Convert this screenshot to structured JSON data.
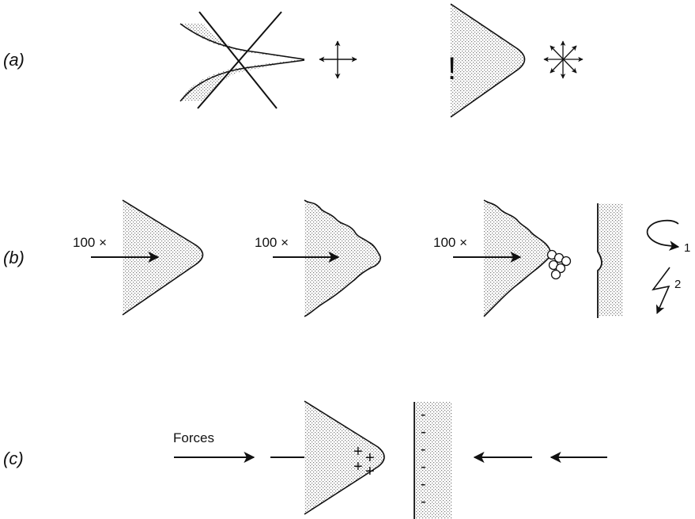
{
  "rows": {
    "a": {
      "label": "(a)",
      "warning": "!"
    },
    "b": {
      "label": "(b)",
      "mag_labels": [
        "100 ×",
        "100 ×",
        "100 ×"
      ],
      "arrow_labels": [
        "1",
        "2"
      ]
    },
    "c": {
      "label": "(c)",
      "forces_label": "Forces",
      "tip_charge": "+",
      "surface_charge": "-"
    }
  },
  "colors": {
    "ink": "#111111",
    "stipple": "#8a8a8a",
    "background": "#ffffff"
  }
}
